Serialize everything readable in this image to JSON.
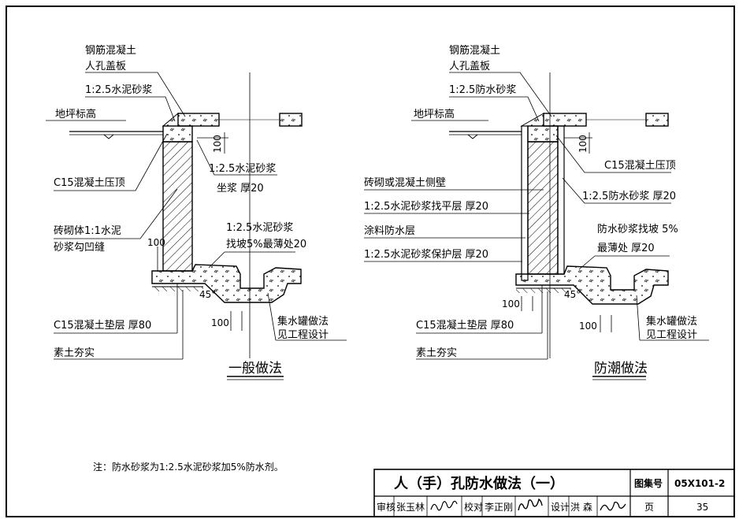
{
  "left": {
    "rebar_cover_line1": "钢筋混凝土",
    "rebar_cover_line2": "人孔盖板",
    "mortar_top": "1:2.5水泥砂浆",
    "floor_level": "地坪标高",
    "dim_100_a": "100",
    "bedding_line1": "1:2.5水泥砂浆",
    "bedding_line2": "坐浆  厚20",
    "c15_cap": "C15混凝土压顶",
    "masonry_line1": "砖砌体1:1水泥",
    "masonry_line2": "砂浆勾凹缝",
    "slope_line1": "1:2.5水泥砂浆",
    "slope_line2": "找坡5%最薄处20",
    "dim_100_b": "100",
    "angle": "45°",
    "c15_pad": "C15混凝土垫层  厚80",
    "dim_100_c": "100",
    "sump_line1": "集水罐做法",
    "sump_line2": "见工程设计",
    "soil": "素土夯实",
    "caption": "一般做法"
  },
  "right": {
    "rebar_cover_line1": "钢筋混凝土",
    "rebar_cover_line2": "人孔盖板",
    "mortar_top": "1:2.5防水砂浆",
    "floor_level": "地坪标高",
    "dim_100_a": "100",
    "c15_cap": "C15混凝土压顶",
    "side_wall": "砖砌或混凝土侧壁",
    "leveling": "1:2.5水泥砂浆找平层  厚20",
    "wp_mortar": "1:2.5防水砂浆  厚20",
    "coating": "涂料防水层",
    "slope_line1": "防水砂浆找坡  5%",
    "slope_line2": "最薄处  厚20",
    "protect": "1:2.5水泥砂浆保护层  厚20",
    "dim_100_b": "100",
    "angle": "45°",
    "c15_pad": "C15混凝土垫层  厚80",
    "dim_100_c": "100",
    "sump_line1": "集水罐做法",
    "sump_line2": "见工程设计",
    "soil": "素土夯实",
    "caption": "防潮做法"
  },
  "note": "注：防水砂浆为1:2.5水泥砂浆加5%防水剂。",
  "title_block": {
    "title": "人（手）孔防水做法（一）",
    "atlas_label": "图集号",
    "atlas_no": "05X101-2",
    "review_label": "审核",
    "review_name": "张玉林",
    "check_label": "校对",
    "check_name": "李正刚",
    "design_label": "设计",
    "design_name": "洪  森",
    "page_label": "页",
    "page_no": "35"
  }
}
